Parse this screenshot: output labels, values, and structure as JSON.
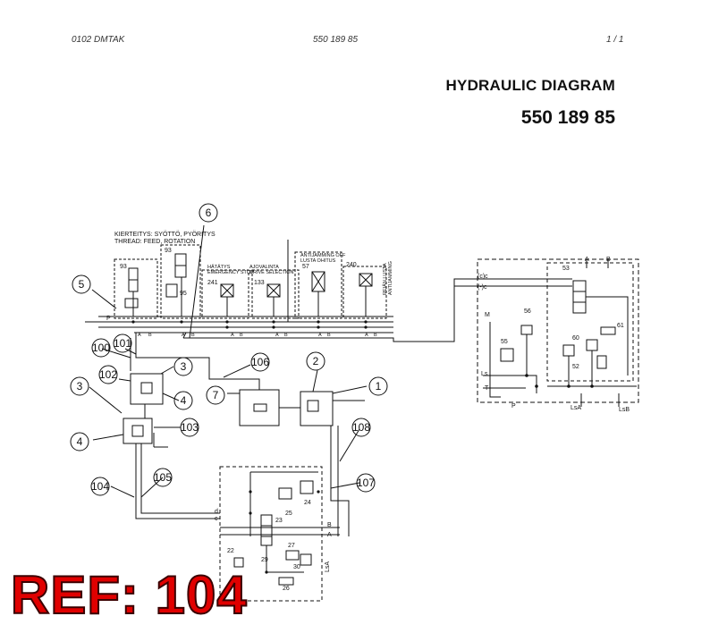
{
  "header": {
    "doc_code": "0102 DMTAK",
    "doc_number": "550 189 85",
    "page": "1 /   1"
  },
  "title": "HYDRAULIC DIAGRAM",
  "number": "550 189 85",
  "watermark": "REF: 104",
  "callouts": {
    "c1": "1",
    "c2": "2",
    "c3a": "3",
    "c3b": "3",
    "c4a": "4",
    "c4b": "4",
    "c5": "5",
    "c6": "6",
    "c7": "7",
    "c100": "100",
    "c101": "101",
    "c102": "102",
    "c103": "103",
    "c104": "104",
    "c105": "105",
    "c106": "106",
    "c107": "107",
    "c108": "108"
  },
  "labels": {
    "thread_fi": "KIERTEITYS: SYÖTTÖ, PYÖRITYS",
    "thread_en": "THREAD: FEED, ROTATION",
    "estop_fi": "HÄTÄTYS",
    "estop_en": "EMERGENCY STOP",
    "drive_fi": "AJOVALINTA",
    "drive_en": "DRIVE SELECTION",
    "anti_fi": "ANTIJAMMING OFF",
    "anti_en": "LUSTA OHITUS",
    "hole_fi": "REIÄN LUSTA",
    "hole_en": "ANTIJAMMING",
    "p93a": "93",
    "p93b": "93",
    "p95": "95",
    "p241": "241",
    "p133": "133",
    "p57": "57",
    "p240": "240",
    "p53": "53",
    "p56": "56",
    "p55": "55",
    "p60": "60",
    "p61": "61",
    "p52": "52",
    "p22": "22",
    "p23": "23",
    "p24": "24",
    "p25": "25",
    "p26": "26",
    "p27": "27",
    "p29": "29",
    "p30": "30",
    "pA": "A",
    "pB": "B",
    "pP": "P",
    "pT": "T",
    "pLs": "Ls",
    "pM": "M",
    "pLsA": "LsA",
    "pLsB": "LsB",
    "pLsA2": "LsA",
    "pC": "(c)c",
    "pCm": "(-)c",
    "pd": "d",
    "pc": "c",
    "pB2": "B",
    "pA2": "A",
    "pP2": "P",
    "ab1": "A",
    "ab2": "B",
    "ab3": "A",
    "ab4": "B",
    "ab5": "A",
    "ab6": "B",
    "ab7": "A",
    "ab8": "B",
    "ab9": "A",
    "ab10": "B",
    "ab11": "A",
    "ab12": "B"
  }
}
